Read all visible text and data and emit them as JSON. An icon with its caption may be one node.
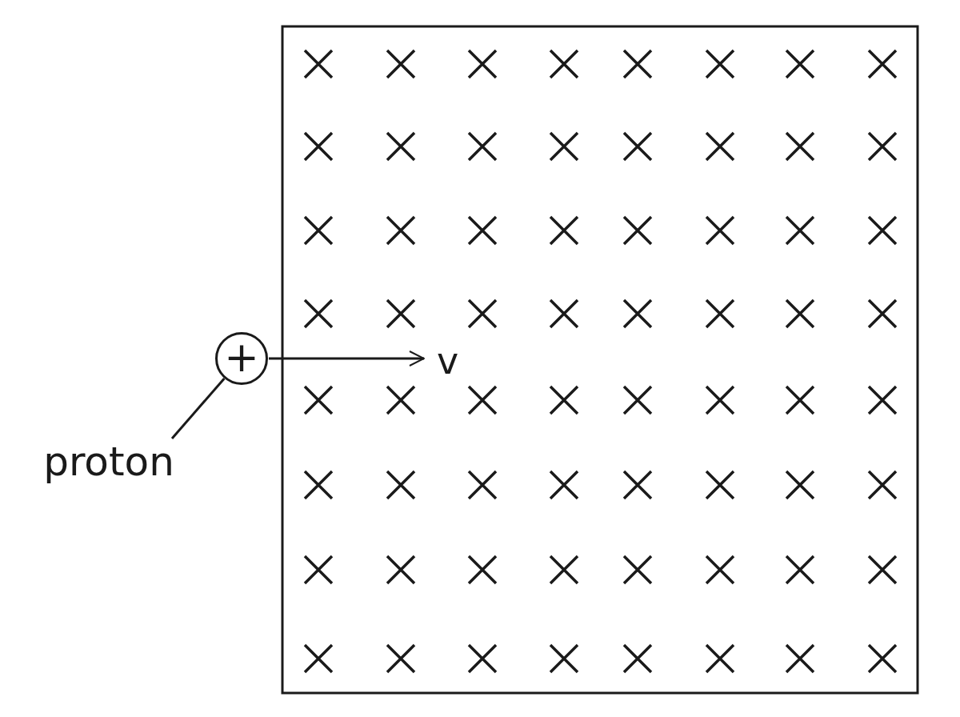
{
  "diagram": {
    "nodes": [
      {
        "text": [
          "proton"
        ]
      },
      {
        "text": [
          "+"
        ]
      }
    ],
    "edges": [
      {
        "from": 0,
        "to": 1,
        "arrow": "none"
      }
    ],
    "labels": [
      "v"
    ]
  }
}
